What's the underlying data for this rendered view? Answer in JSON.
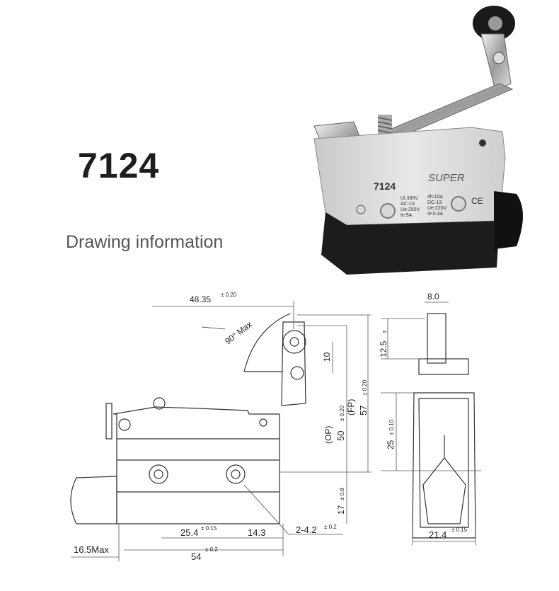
{
  "header": {
    "model_number": "7124",
    "subtitle": "Drawing information"
  },
  "product_photo": {
    "brand_label": "SUPER",
    "model_label": "7124",
    "spec_left": [
      "Ui:380V",
      "AC-15",
      "Ue:250V",
      "Ie:5A"
    ],
    "spec_right": [
      "Ith:10A",
      "DC-13",
      "Ue:220V",
      "Ie:0.3A"
    ],
    "ce_mark": "CE"
  },
  "drawing": {
    "dims": {
      "lever_reach": "48.35",
      "lever_reach_tol": "± 0.20",
      "angle": "90° Max",
      "roller_offset": "10",
      "op_label": "(OP)",
      "op_value": "50",
      "op_tol": "± 0.20",
      "fp_label": "(FP)",
      "fp_value": "57",
      "fp_tol": "± 0.20",
      "base_height": "17",
      "base_height_tol": "± 0.8",
      "hole_pitch": "25.4",
      "hole_pitch_tol": "± 0.15",
      "hole_offset": "14.3",
      "holes": "2-4.2",
      "holes_tol": "± 0.2",
      "plunger_length": "16.5Max",
      "body_length": "54",
      "body_length_tol": "± 0.2",
      "side_width_top": "8.0",
      "side_height_top": "12.5",
      "side_height_top_tol": "±",
      "side_height_mid": "25",
      "side_height_mid_tol": "± 0.10",
      "side_width": "21.4",
      "side_width_tol": "± 0.15"
    }
  }
}
